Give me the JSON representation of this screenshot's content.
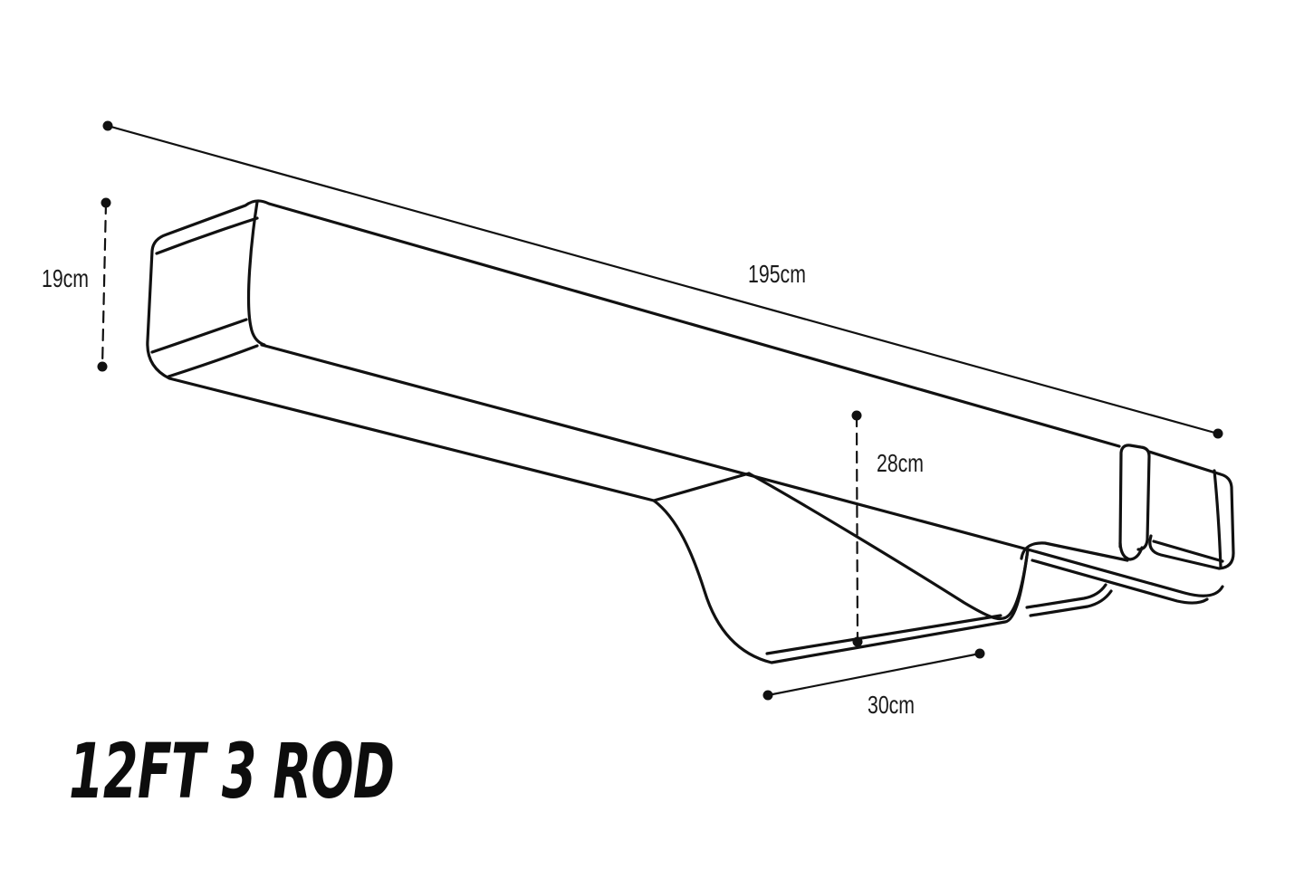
{
  "title": {
    "text": "12FT 3 ROD"
  },
  "dimensions": {
    "length": "195cm",
    "end_height": "19cm",
    "pouch_height": "28cm",
    "pouch_width": "30cm"
  },
  "drawing": {
    "ink": "#111111",
    "background": "#ffffff"
  }
}
